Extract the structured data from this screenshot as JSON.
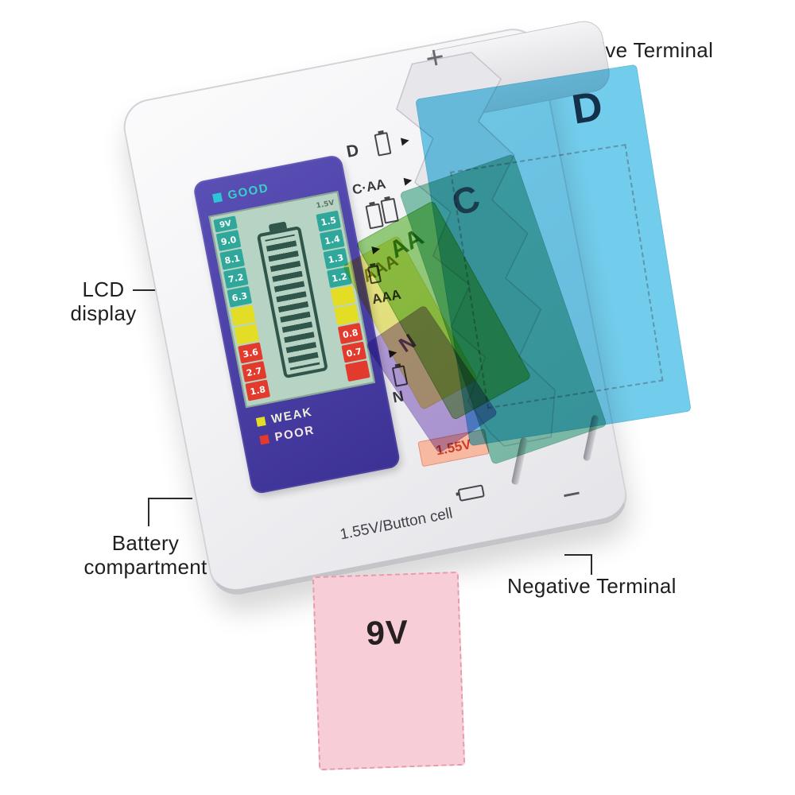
{
  "annotations": {
    "positive_terminal": "Positive Terminal",
    "lcd_line1": "LCD",
    "lcd_line2": "display",
    "battery_line1": "Battery",
    "battery_line2": "compartment",
    "negative_terminal": "Negative Terminal"
  },
  "device": {
    "plus_sign": "+",
    "minus_sign": "−",
    "arrow": "▶",
    "slot_d": "D",
    "slot_c_aa": "C·AA",
    "slot_aaa": "AAA",
    "slot_n": "N",
    "sticker": "1.55V",
    "bottom_text": "1.55V/Button cell",
    "lcd": {
      "good": "GOOD",
      "weak": "WEAK",
      "poor": "POOR",
      "scale_left": "9V",
      "scale_right": "1.5V",
      "rows": [
        {
          "left": "9.0",
          "right": "1.5",
          "zone": "good"
        },
        {
          "left": "8.1",
          "right": "1.4",
          "zone": "good"
        },
        {
          "left": "7.2",
          "right": "1.3",
          "zone": "good"
        },
        {
          "left": "6.3",
          "right": "1.2",
          "zone": "good"
        },
        {
          "left": "",
          "right": "",
          "zone": "weak"
        },
        {
          "left": "",
          "right": "",
          "zone": "weak"
        },
        {
          "left": "3.6",
          "right": "0.8",
          "zone": "poor"
        },
        {
          "left": "2.7",
          "right": "0.7",
          "zone": "poor"
        },
        {
          "left": "1.8",
          "right": "",
          "zone": "poor"
        }
      ]
    }
  },
  "batteries": {
    "d": "D",
    "c": "C",
    "aa": "AA",
    "aaa": "AAA",
    "n": "N",
    "nine_volt": "9V"
  },
  "colors": {
    "lcd_panel": "#3c3195",
    "good": "#2ec4d8",
    "weak": "#e4dd25",
    "poor": "#e23a2c",
    "cell_good": "#2fa89b",
    "screen_bg": "#b7d3c3",
    "sticker_bg": "#f7b9a0",
    "sticker_text": "#cf3b28",
    "d_blue": "#72cdec",
    "c_teal": "#86c9b2",
    "aa_green": "#9ad37e",
    "aaa_yellow": "#f0ec83",
    "n_purple": "#b9a1dd",
    "nine_v_pink": "#f7ced8"
  }
}
